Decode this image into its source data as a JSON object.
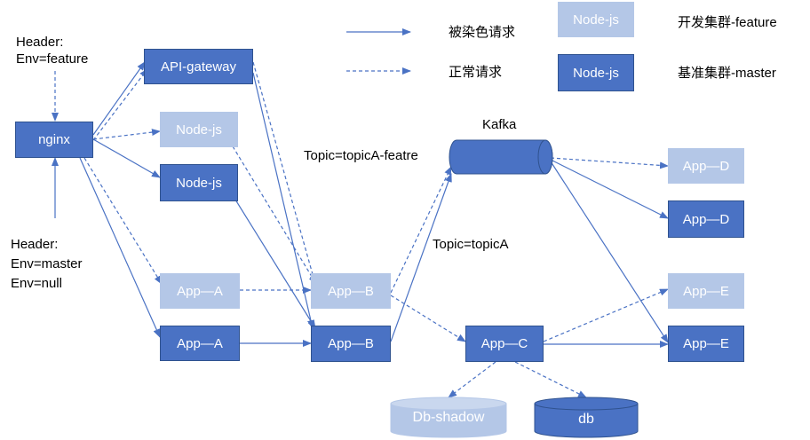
{
  "colors": {
    "dark_node": "#4a72c4",
    "light_node": "#b4c7e7",
    "line": "#4a72c4"
  },
  "legend": {
    "solid_label": "被染色请求",
    "dashed_label": "正常请求",
    "feature_box": "Node-js",
    "feature_label": "开发集群-feature",
    "master_box": "Node-js",
    "master_label": "基准集群-master"
  },
  "headers": {
    "top_line1": "Header:",
    "top_line2": "Env=feature",
    "bottom_line1": "Header:",
    "bottom_line2": "Env=master",
    "bottom_line3": "Env=null"
  },
  "nodes": {
    "nginx": "nginx",
    "api_gateway": "API-gateway",
    "nodejs_feature": "Node-js",
    "nodejs_master": "Node-js",
    "app_a_feature": "App—A",
    "app_a_master": "App—A",
    "app_b_feature": "App—B",
    "app_b_master": "App—B",
    "app_c": "App—C",
    "app_d_feature": "App—D",
    "app_d_master": "App—D",
    "app_e_feature": "App—E",
    "app_e_master": "App—E"
  },
  "kafka": {
    "label": "Kafka",
    "topic_feature": "Topic=topicA-featre",
    "topic_master": "Topic=topicA"
  },
  "databases": {
    "shadow": "Db-shadow",
    "main": "db"
  }
}
